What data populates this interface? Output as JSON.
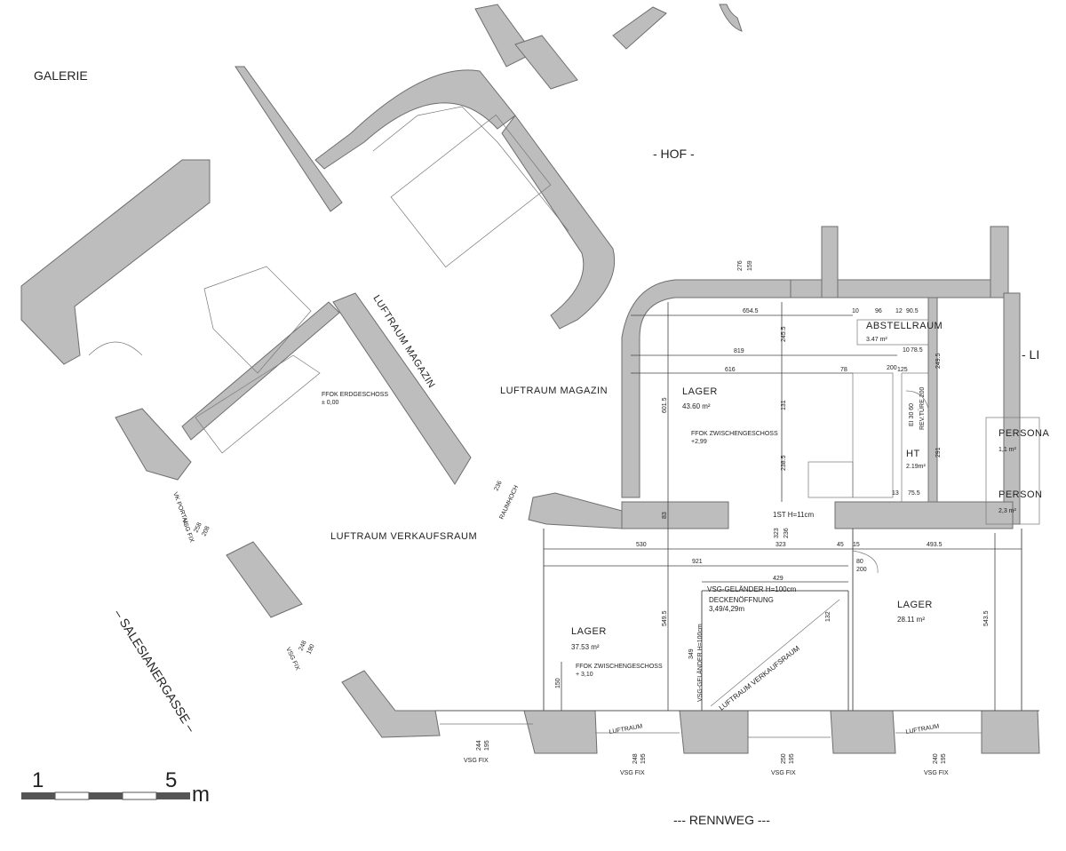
{
  "labels": {
    "galerie": "GALERIE",
    "hof": "- HOF -",
    "rennweg": "--- RENNWEG ---",
    "salesianergasse": "– SALESIANERGASSE –",
    "li": "- LI",
    "luftraum_magazin_a": "LUFTRAUM MAGAZIN",
    "luftraum_magazin_b": "LUFTRAUM MAGAZIN",
    "luftraum_verkaufsraum": "LUFTRAUM VERKAUFSRAUM",
    "luftraum_verkaufsraum_diag": "LUFTRAUM VERKAUFSRAUM",
    "raumhoch": "RAUMHOCH",
    "raumhoch_val": "236",
    "ffok_eg": "FFOK ERDGESCHOSS",
    "ffok_eg_val": "± 0,00",
    "ffok_zw1": "FFOK ZWISCHENGESCHOSS",
    "ffok_zw1_val": "+2,99",
    "ffok_zw2": "FFOK ZWISCHENGESCHOSS",
    "ffok_zw2_val": "+ 3,10",
    "vsg_gelaender_h": "VSG-GELÄNDER  H=100cm",
    "vsg_gelaender_v": "VSG-GELÄNDER  H=100cm",
    "deckenoeffnung": "DECKENÖFFNUNG",
    "deckenoeffnung_val": "3,49/4,29m",
    "step": "1ST H=11cm",
    "luftraum_small_1": "LUFTRAUM",
    "luftraum_small_2": "LUFTRAUM",
    "vsg_fix_1": "VSG FIX",
    "vsg_fix_2": "VSG FIX",
    "vsg_fix_3": "VSG FIX",
    "vsg_fix_4": "VSG FIX",
    "vsg_fix_5": "VSG FIX",
    "vsg_fix_6": "VSG FIX",
    "vk_portal": "VK PORTAL"
  },
  "rooms": {
    "lager_1": {
      "name": "LAGER",
      "area": "43.60 m²"
    },
    "lager_2": {
      "name": "LAGER",
      "area": "37.53 m²"
    },
    "lager_3": {
      "name": "LAGER",
      "area": "28.11 m²"
    },
    "abstellraum": {
      "name": "ABSTELLRAUM",
      "area": "3.47 m²"
    },
    "ht": {
      "name": "HT",
      "area": "2.19m²"
    },
    "person_1": {
      "name": "PERSONA",
      "area": "1,1 m²"
    },
    "person_2": {
      "name": "PERSON",
      "area": "2,3 m²"
    }
  },
  "dims": {
    "d276": "276",
    "d159": "159",
    "d6545": "654.5",
    "d10a": "10",
    "d96": "96",
    "d12": "12",
    "d905": "90.5",
    "d819": "819",
    "d616": "616",
    "d785": "78.5",
    "d125": "125",
    "d78": "78",
    "d10b": "10",
    "d200a": "200",
    "d2495": "249.5",
    "d2455": "245.5",
    "d6015": "601.5",
    "d131": "131",
    "d2385": "238.5",
    "d291": "291",
    "d13": "13",
    "d755": "75.5",
    "d83": "83",
    "d323a": "323",
    "d236": "236",
    "d530": "530",
    "d323b": "323",
    "d45": "45",
    "d15": "15",
    "d4935": "493.5",
    "d921": "921",
    "d80": "80",
    "d200b": "200",
    "d429": "429",
    "d132": "132",
    "d5495": "549.5",
    "d349": "349",
    "d150": "150",
    "d5435": "543.5",
    "w244": "244",
    "h195a": "195",
    "w248": "248",
    "h195b": "195",
    "w250": "250",
    "h195c": "195",
    "w240": "240",
    "h195d": "195",
    "w248b": "248",
    "h190": "190",
    "w258": "258",
    "h208": "208",
    "revtuer": "REV.TÜRE 200",
    "ei30": "EI 30 60"
  },
  "scale": {
    "start": "1",
    "end": "5",
    "unit": "m"
  }
}
